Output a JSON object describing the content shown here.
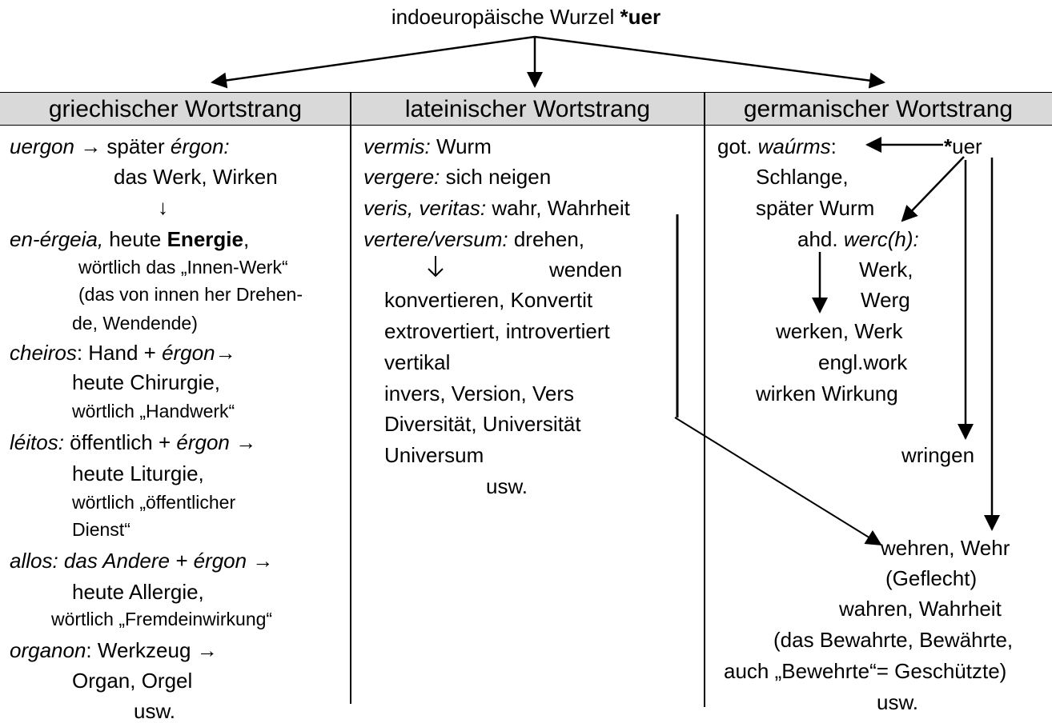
{
  "title": {
    "prefix": "indoeuropäische Wurzel ",
    "root": "*uer"
  },
  "headers": {
    "greek": "griechischer Wortstrang",
    "latin": "lateinischer Wortstrang",
    "germanic": "germanischer Wortstrang"
  },
  "greek": {
    "l1a": "uergon",
    "l1b": " → später ",
    "l1c": "érgon:",
    "l2": "das Werk, Wirken",
    "arrow1": "↓",
    "l4a": "en-érgeia,",
    "l4b": " heute ",
    "l4c": "Energie",
    "l4d": ",",
    "l5": "wörtlich das „Innen-Werk“",
    "l6": "(das von innen her Drehen-",
    "l7": "de, Wendende)",
    "l8a": "cheiros",
    "l8b": ": Hand + ",
    "l8c": "érgon",
    "l8d": "→",
    "l9": "heute Chirurgie,",
    "l10": "wörtlich „Handwerk“",
    "l11a": "léitos:",
    "l11b": "  öffentlich + ",
    "l11c": "érgon",
    "l11d": "  →",
    "l12": "heute Liturgie,",
    "l13": "wörtlich „öffentlicher",
    "l14": "Dienst“",
    "l15a": "allos: das Andere + érgon",
    "l15b": " →",
    "l16": "heute Allergie,",
    "l17": "wörtlich „Fremdeinwirkung“",
    "l18a": "organon",
    "l18b": ": Werkzeug  →",
    "l19": "Organ, Orgel",
    "l20": "usw."
  },
  "latin": {
    "l1a": "vermis:",
    "l1b": " Wurm",
    "l2a": "vergere:",
    "l2b": "  sich neigen",
    "l3a": "veris, veritas:",
    "l3b": " wahr,  Wahrheit",
    "l4a": "vertere/versum:",
    "l4b": " drehen,",
    "arrow": "↓",
    "l5": "wenden",
    "l6": "konvertieren, Konvertit",
    "l7": "extrovertiert, introvertiert",
    "l8": "vertikal",
    "l9": "invers, Version, Vers",
    "l10": "Diversität, Universität",
    "l11": "Universum",
    "l12": "usw."
  },
  "germanic": {
    "l1a": "got. ",
    "l1b": "waúrms",
    "l1c": ":",
    "root": "*uer",
    "l2": "Schlange,",
    "l3": "später Wurm",
    "l4a": "ahd. ",
    "l4b": "werc(h):",
    "l5": "Werk,",
    "l6": "Werg",
    "l7": "werken, Werk",
    "l8": "engl.work",
    "l9": "wirken Wirkung",
    "l10": "wringen",
    "l11": "wehren, Wehr",
    "l12": "(Geflecht)",
    "l13": "wahren, Wahrheit",
    "l14": "(das Bewahrte, Bewährte,",
    "l15": "auch „Bewehrte“= Geschützte)",
    "l16": "usw."
  }
}
